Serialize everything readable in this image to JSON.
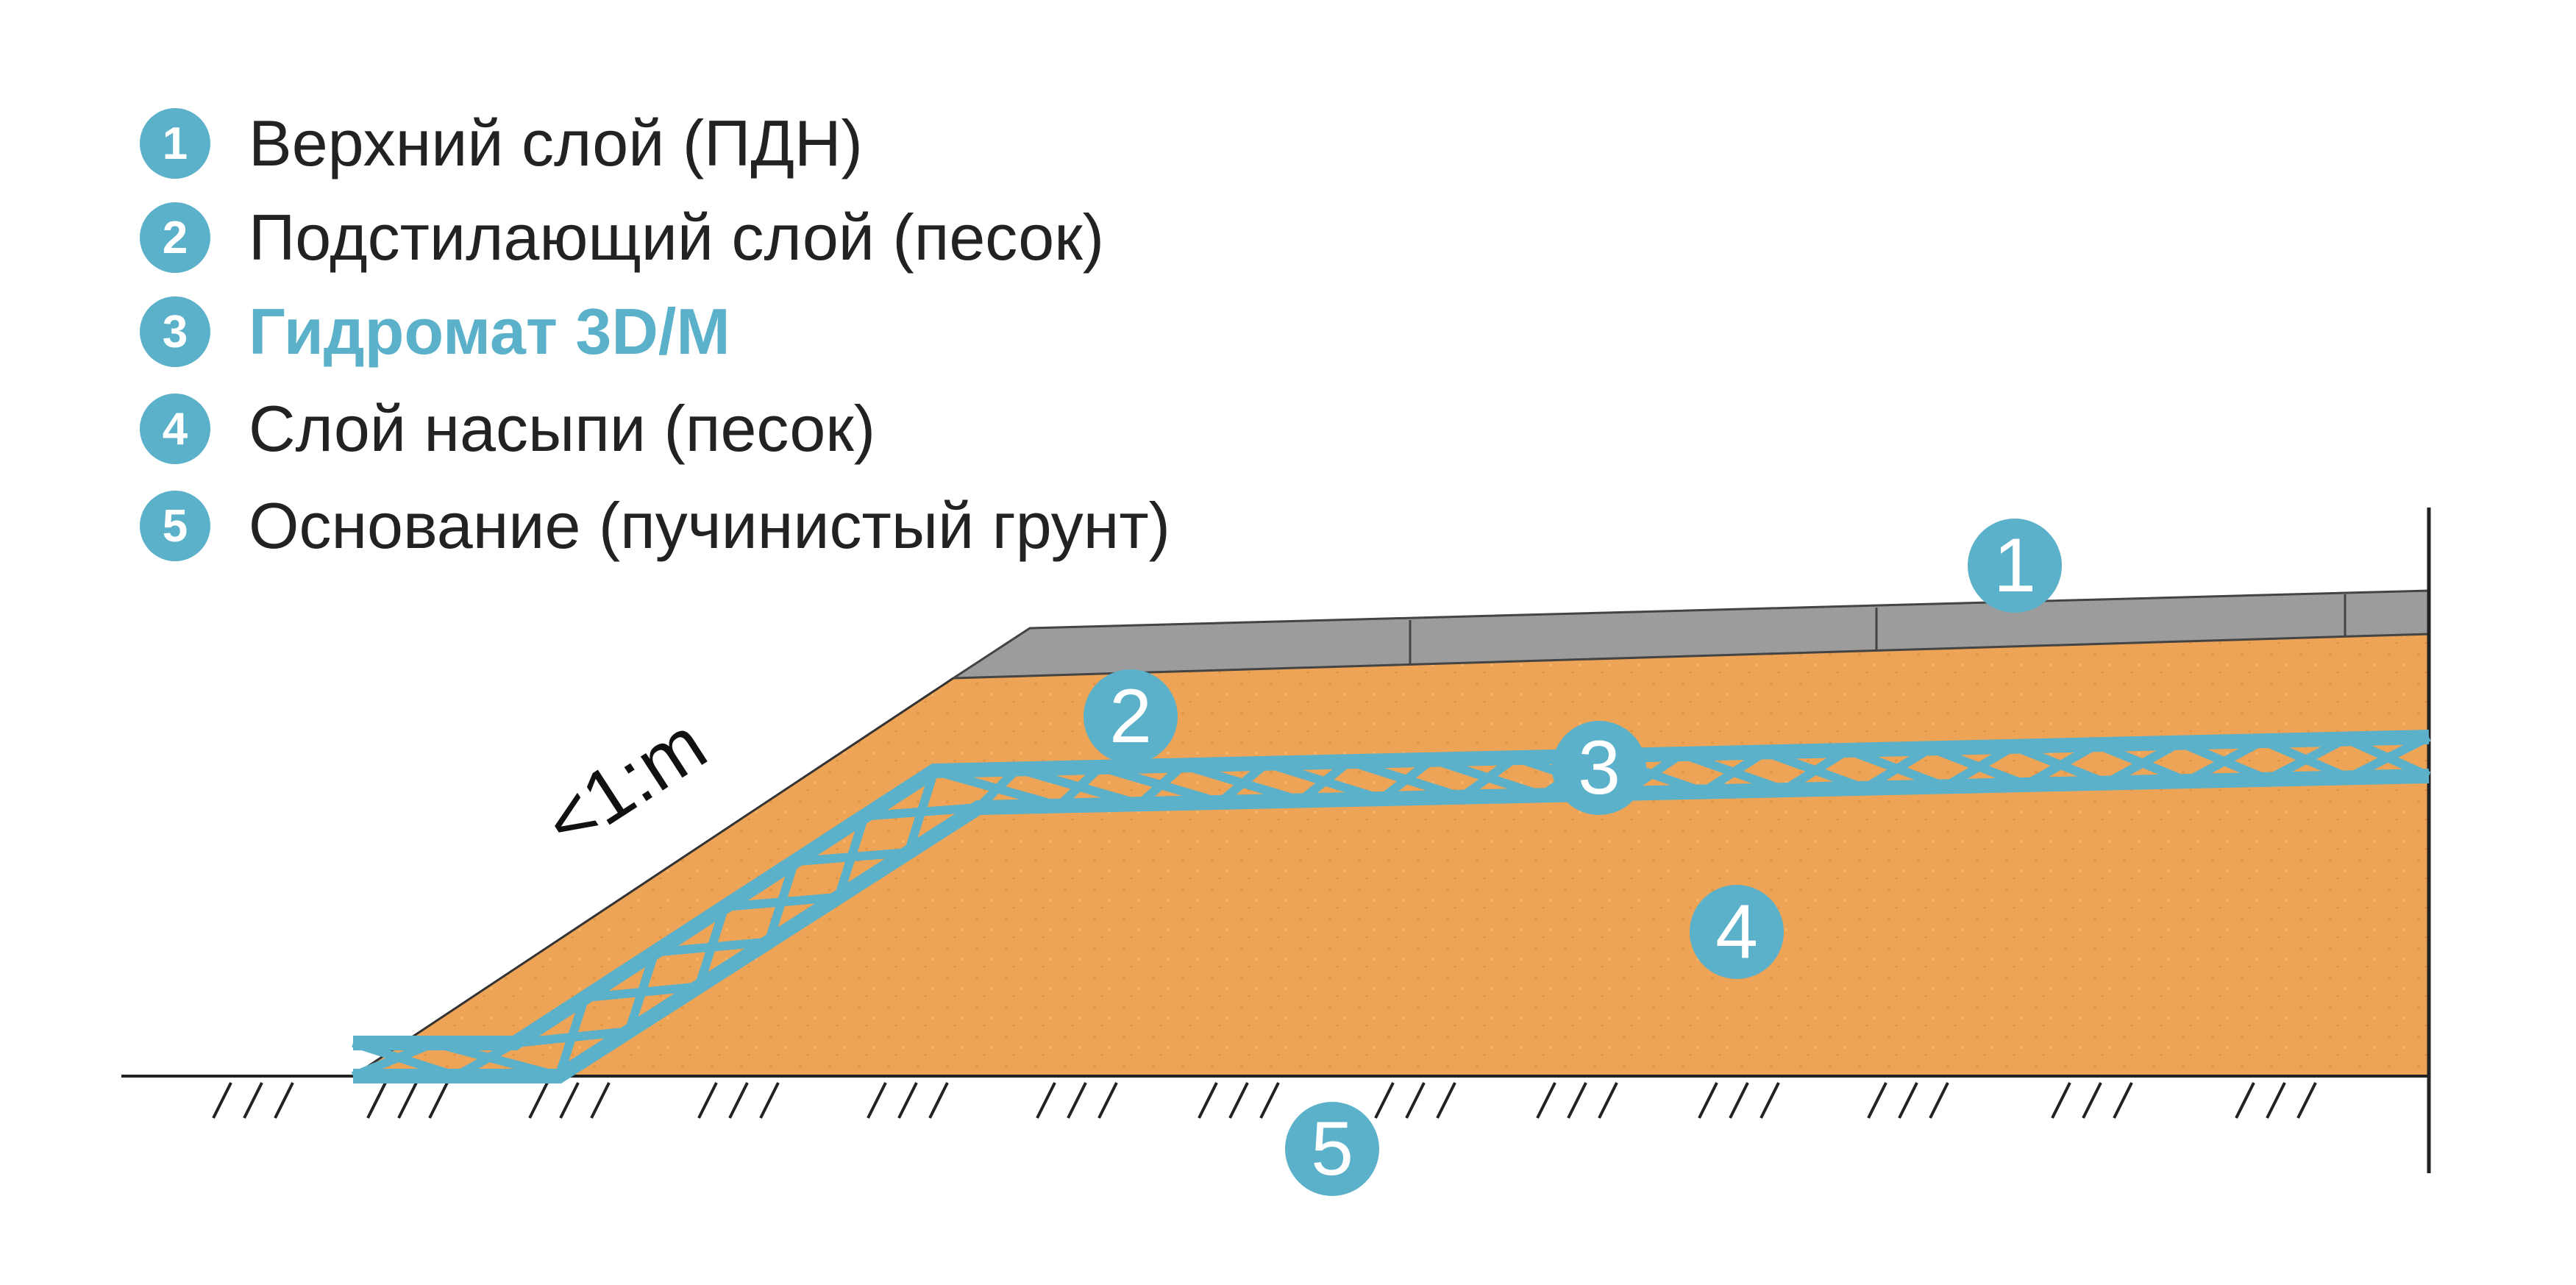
{
  "colors": {
    "accent": "#5bb1c9",
    "sand": "#eea457",
    "sand_dark": "#e39647",
    "paving": "#9c9c9c",
    "line": "#222222"
  },
  "legend": [
    {
      "num": "1",
      "text": "Верхний слой (ПДН)"
    },
    {
      "num": "2",
      "text": "Подстилающий слой (песок)"
    },
    {
      "num": "3",
      "text": "Гидромат 3D/M"
    },
    {
      "num": "4",
      "text": "Слой насыпи (песок)"
    },
    {
      "num": "5",
      "text": "Основание (пучинистый грунт)"
    }
  ],
  "slope_label": "<1:m",
  "markers": [
    "1",
    "2",
    "3",
    "4",
    "5"
  ]
}
